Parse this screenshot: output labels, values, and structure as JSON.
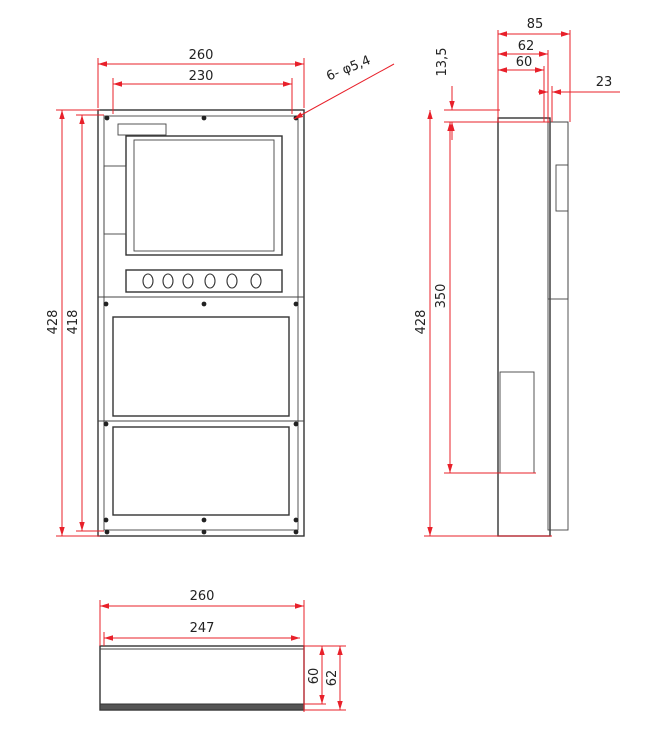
{
  "front_view": {
    "dim_width_outer": "260",
    "dim_width_holes": "230",
    "dim_hole_spec": "6- φ5,4",
    "dim_height_outer": "428",
    "dim_height_holes": "418"
  },
  "side_view": {
    "dim_depth_total": "85",
    "dim_depth_62": "62",
    "dim_depth_60": "60",
    "dim_flange": "23",
    "dim_top_offset": "13,5",
    "dim_height_outer": "428",
    "dim_height_inner": "350"
  },
  "bottom_view": {
    "dim_width_outer": "260",
    "dim_width_inner": "247",
    "dim_height_60": "60",
    "dim_height_62": "62"
  },
  "colors": {
    "dimension_line": "#e8202a",
    "object_line": "#333333"
  }
}
